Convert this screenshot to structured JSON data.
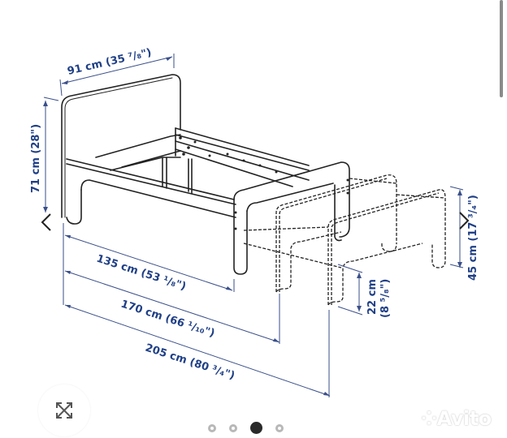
{
  "viewer": {
    "slide_index": 3,
    "slide_count": 4,
    "active_dot": 2
  },
  "dimensions": {
    "width": "91 cm (35 ⁷/₈\")",
    "height_headboard": "71 cm (28\")",
    "length_min": "135 cm (53 ¹/₈\")",
    "length_mid": "170 cm (66 ¹/₁₀\")",
    "length_max": "205 cm (80 ³/₄\")",
    "footboard_height": "45 cm (17 ³/₄\")",
    "clearance_cm": "22 cm",
    "clearance_in": "(8 ⁵/₈\")"
  },
  "controls": {
    "expand_icon": "expand-arrows-icon",
    "prev_icon": "chevron-left-icon",
    "next_icon": "chevron-right-icon"
  },
  "watermark": {
    "text": "Avito"
  },
  "colors": {
    "dimension_text": "#1f3f86",
    "line": "#222222",
    "dot_active": "#2a2a2a",
    "dot_inactive": "#b8b8b8"
  }
}
